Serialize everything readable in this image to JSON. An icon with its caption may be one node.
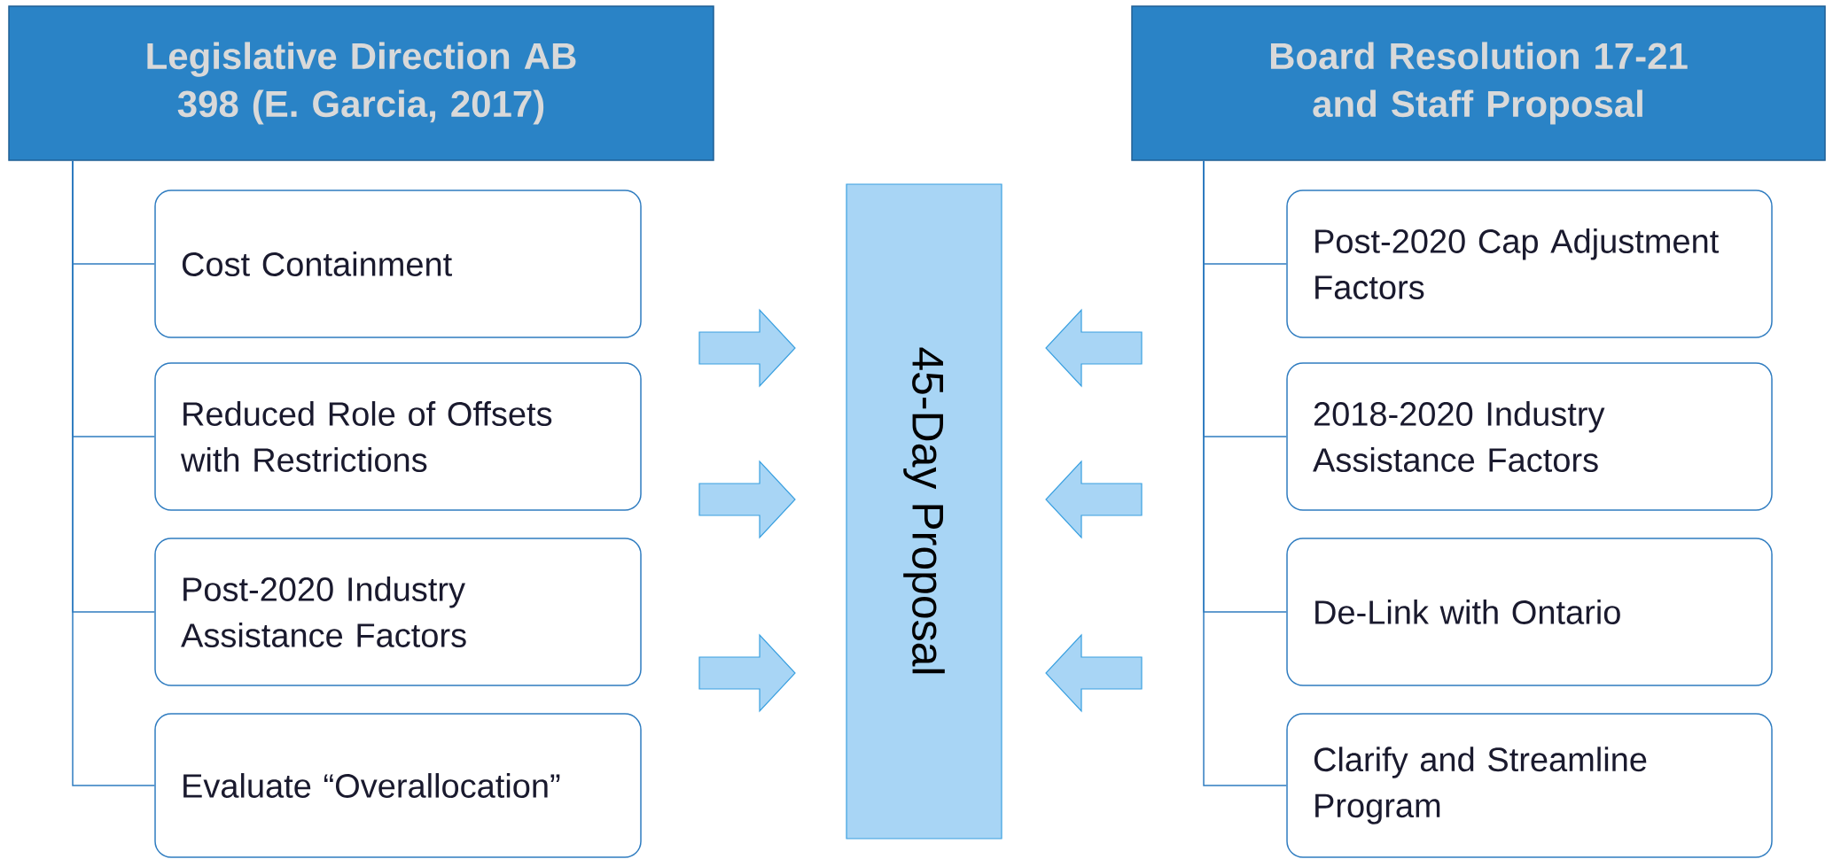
{
  "diagram": {
    "nodes": [
      {
        "text": [
          "Legislative Direction AB 398 (E. Garcia, 2017)"
        ]
      },
      {
        "text": [
          "Cost Containment"
        ]
      },
      {
        "text": [
          "Reduced Role of Offsets with Restrictions"
        ]
      },
      {
        "text": [
          "Post-2020 Industry Assistance Factors"
        ]
      },
      {
        "text": [
          "Evaluate “Overallocation”"
        ]
      },
      {
        "text": [
          "45-Day Proposal"
        ]
      },
      {
        "text": [
          "Board Resolution 17-21 and Staff Proposal"
        ]
      },
      {
        "text": [
          "Post-2020 Cap Adjustment Factors"
        ]
      },
      {
        "text": [
          "2018-2020 Industry Assistance Factors"
        ]
      },
      {
        "text": [
          "De-Link with Ontario"
        ]
      },
      {
        "text": [
          "Clarify and Streamline Program"
        ]
      }
    ],
    "edges": [
      {
        "from": 0,
        "to": 1,
        "arrow": "none"
      },
      {
        "from": 0,
        "to": 2,
        "arrow": "none"
      },
      {
        "from": 0,
        "to": 3,
        "arrow": "none"
      },
      {
        "from": 0,
        "to": 4,
        "arrow": "none"
      },
      {
        "from": 6,
        "to": 7,
        "arrow": "none"
      },
      {
        "from": 6,
        "to": 8,
        "arrow": "none"
      },
      {
        "from": 6,
        "to": 9,
        "arrow": "none"
      },
      {
        "from": 6,
        "to": 10,
        "arrow": "none"
      },
      {
        "from": null,
        "to": 5,
        "arrow": "to"
      },
      {
        "from": null,
        "to": 5,
        "arrow": "to"
      },
      {
        "from": null,
        "to": 5,
        "arrow": "to"
      },
      {
        "from": null,
        "to": 5,
        "arrow": "to"
      },
      {
        "from": null,
        "to": 5,
        "arrow": "to"
      },
      {
        "from": null,
        "to": 5,
        "arrow": "to"
      }
    ]
  }
}
